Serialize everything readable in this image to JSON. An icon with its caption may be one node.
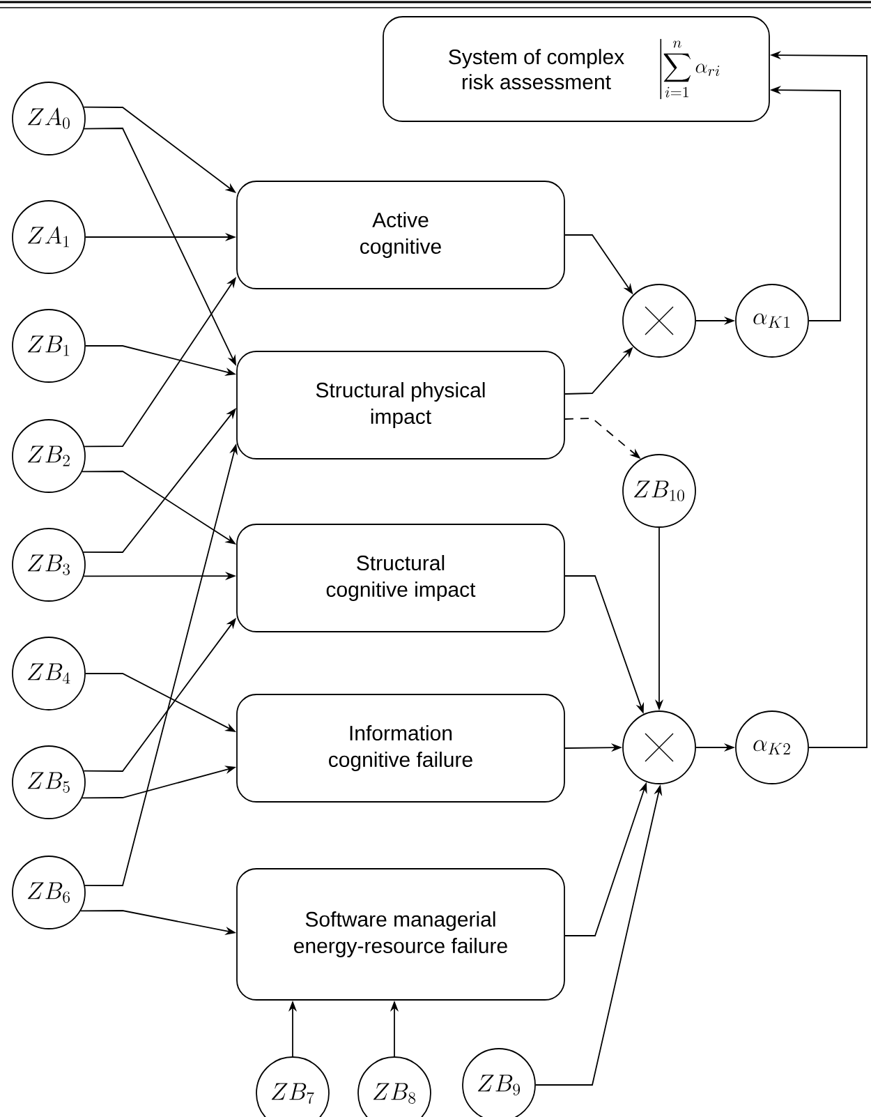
{
  "diagram": {
    "nodes": [
      {
        "text": [
          "System of complex risk assessment",
          "\\sum_{i=1}^{n}\\alpha_{ri}"
        ]
      },
      {
        "text": [
          "ZA_{0}"
        ]
      },
      {
        "text": [
          "ZA_{1}"
        ]
      },
      {
        "text": [
          "Active cognitive"
        ]
      },
      {
        "text": [
          "ZB_{1}"
        ]
      },
      {
        "text": [
          "Structural physical impact"
        ]
      },
      {
        "text": [],
        "shape": "circle"
      },
      {
        "text": [
          "\\alpha_{K1}"
        ]
      },
      {
        "text": [
          "ZB_{2}"
        ]
      },
      {
        "text": [
          "ZB_{10}"
        ]
      },
      {
        "text": [
          "ZB_{3}"
        ]
      },
      {
        "text": [
          "Structural cognitive impact"
        ]
      },
      {
        "text": [
          "ZB_{4}"
        ]
      },
      {
        "text": [
          "Information cognitive failure"
        ]
      },
      {
        "text": [],
        "shape": "circle"
      },
      {
        "text": [
          "\\alpha_{K2}"
        ]
      },
      {
        "text": [
          "ZB_{5}"
        ]
      },
      {
        "text": [
          "ZB_{6}"
        ]
      },
      {
        "text": [
          "Software managerial energy-resource failure"
        ]
      },
      {
        "text": [
          "ZB_{7}"
        ]
      },
      {
        "text": [
          "ZB_{8}"
        ]
      },
      {
        "text": [
          "ZB_{9}"
        ]
      }
    ],
    "edges": [
      {
        "from": 1,
        "to": 3,
        "arrow": "to"
      },
      {
        "from": 1,
        "to": 5,
        "arrow": "to"
      },
      {
        "from": 2,
        "to": 3,
        "arrow": "to"
      },
      {
        "from": 4,
        "to": 5,
        "arrow": "to"
      },
      {
        "from": 8,
        "to": 3,
        "arrow": "to"
      },
      {
        "from": 8,
        "to": 11,
        "arrow": "to"
      },
      {
        "from": 10,
        "to": 5,
        "arrow": "to"
      },
      {
        "from": 10,
        "to": 11,
        "arrow": "to"
      },
      {
        "from": 12,
        "to": 13,
        "arrow": "to"
      },
      {
        "from": 16,
        "to": 11,
        "arrow": "to"
      },
      {
        "from": 16,
        "to": 13,
        "arrow": "to"
      },
      {
        "from": 17,
        "to": 5,
        "arrow": "to"
      },
      {
        "from": 17,
        "to": 18,
        "arrow": "to"
      },
      {
        "from": 19,
        "to": 18,
        "arrow": "to"
      },
      {
        "from": 20,
        "to": 18,
        "arrow": "to"
      },
      {
        "from": 21,
        "to": 14,
        "arrow": "to"
      },
      {
        "from": 3,
        "to": 6,
        "arrow": "to"
      },
      {
        "from": 5,
        "to": 6,
        "arrow": "to"
      },
      {
        "from": 5,
        "to": 9,
        "arrow": "to",
        "style": "dashed"
      },
      {
        "from": 6,
        "to": 7,
        "arrow": "to"
      },
      {
        "from": 7,
        "to": 0,
        "arrow": "to"
      },
      {
        "from": 9,
        "to": 14,
        "arrow": "to"
      },
      {
        "from": 11,
        "to": 14,
        "arrow": "to"
      },
      {
        "from": 13,
        "to": 14,
        "arrow": "to"
      },
      {
        "from": 18,
        "to": 14,
        "arrow": "to"
      },
      {
        "from": 14,
        "to": 15,
        "arrow": "to"
      },
      {
        "from": 15,
        "to": 0,
        "arrow": "to"
      }
    ]
  }
}
